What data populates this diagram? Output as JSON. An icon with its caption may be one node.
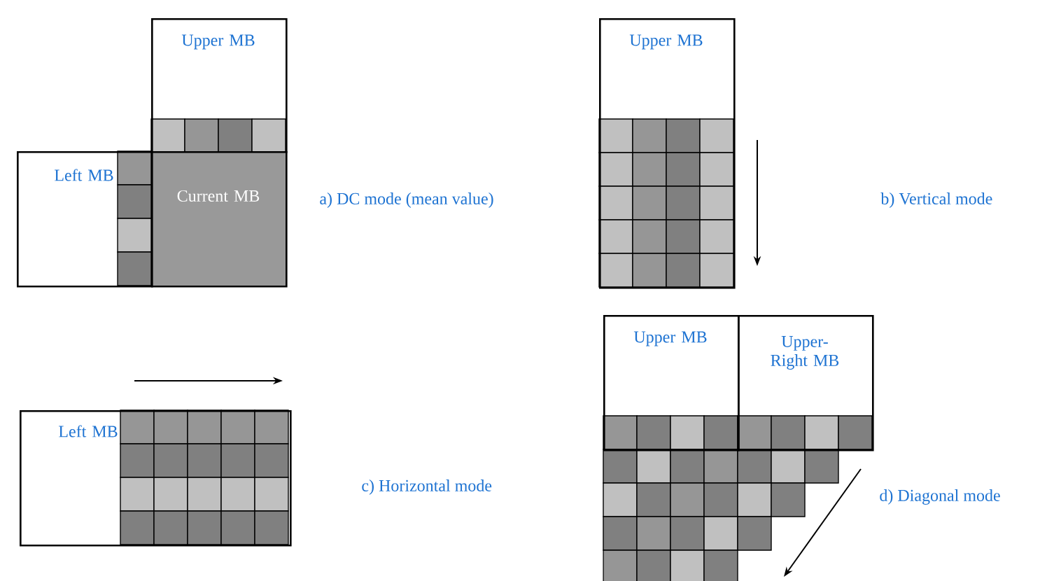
{
  "diagram": {
    "nodes": [
      {
        "text": [
          "Upper MB"
        ]
      },
      {
        "text": [
          "Left MB"
        ]
      },
      {
        "text": [
          "Current MB"
        ]
      },
      {
        "text": [
          "Upper MB"
        ]
      },
      {
        "text": [
          "Left MB"
        ]
      },
      {
        "text": [
          "Upper MB"
        ]
      },
      {
        "text": [
          "Upper-Right MB"
        ]
      }
    ],
    "labels": [
      "a) DC mode (mean value)",
      "b) Vertical mode",
      "c) Horizontal mode",
      "d) Diagonal mode"
    ]
  }
}
